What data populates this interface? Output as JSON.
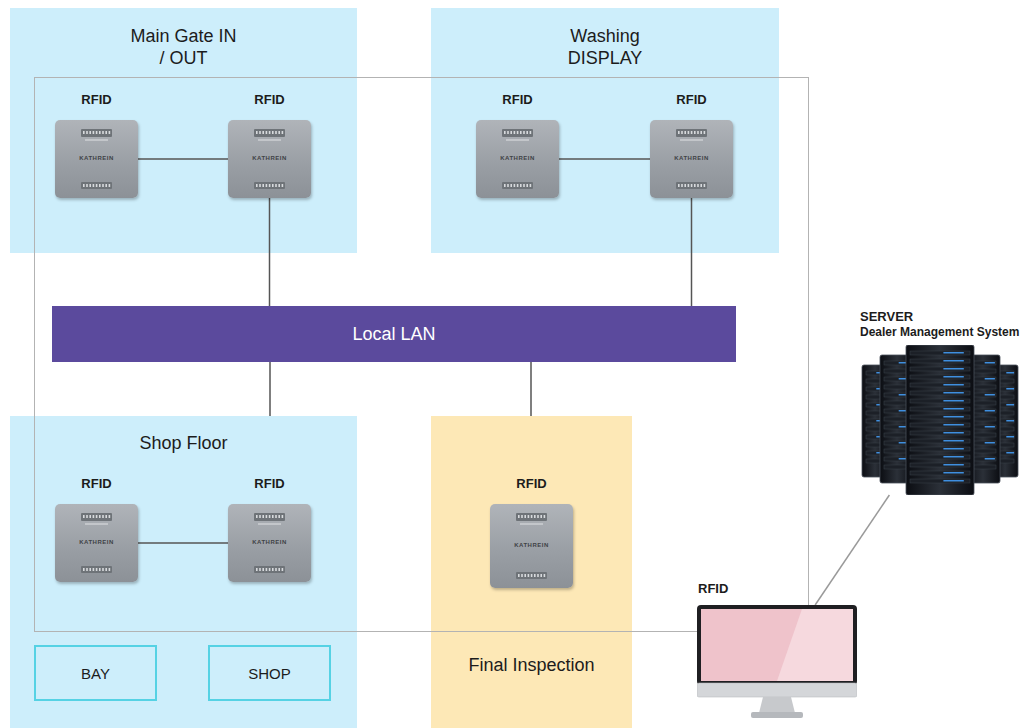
{
  "diagram": {
    "nodes": [
      {
        "text": [
          "Main Gate IN / OUT"
        ]
      },
      {
        "text": [
          "RFID",
          "KATHREIN"
        ],
        "in": 0
      },
      {
        "text": [
          "RFID",
          "KATHREIN"
        ],
        "in": 0
      },
      {
        "text": [
          "Washing DISPLAY"
        ]
      },
      {
        "text": [
          "RFID",
          "KATHREIN"
        ],
        "in": 3
      },
      {
        "text": [
          "RFID",
          "KATHREIN"
        ],
        "in": 3
      },
      {
        "text": [
          "Local LAN"
        ]
      },
      {
        "text": [
          "Shop Floor"
        ]
      },
      {
        "text": [
          "RFID",
          "KATHREIN"
        ],
        "in": 7
      },
      {
        "text": [
          "RFID",
          "KATHREIN"
        ],
        "in": 7
      },
      {
        "text": [
          "BAY"
        ],
        "in": 7
      },
      {
        "text": [
          "SHOP"
        ],
        "in": 7
      },
      {
        "text": [
          "Final Inspection"
        ]
      },
      {
        "text": [
          "RFID",
          "KATHREIN"
        ],
        "in": 12
      },
      {
        "text": [
          "SERVER",
          "Dealer Management System"
        ]
      },
      {
        "text": [
          "RFID"
        ]
      }
    ],
    "edges": [
      {
        "from": 1,
        "to": 2,
        "arrow": "none"
      },
      {
        "from": 4,
        "to": 5,
        "arrow": "none"
      },
      {
        "from": 8,
        "to": 9,
        "arrow": "none"
      },
      {
        "from": 2,
        "to": 6,
        "arrow": "none"
      },
      {
        "from": 5,
        "to": 6,
        "arrow": "none"
      },
      {
        "from": 6,
        "to": 7,
        "arrow": "none"
      },
      {
        "from": 6,
        "to": 12,
        "arrow": "none"
      },
      {
        "from": 14,
        "to": 15,
        "arrow": "none"
      }
    ]
  }
}
